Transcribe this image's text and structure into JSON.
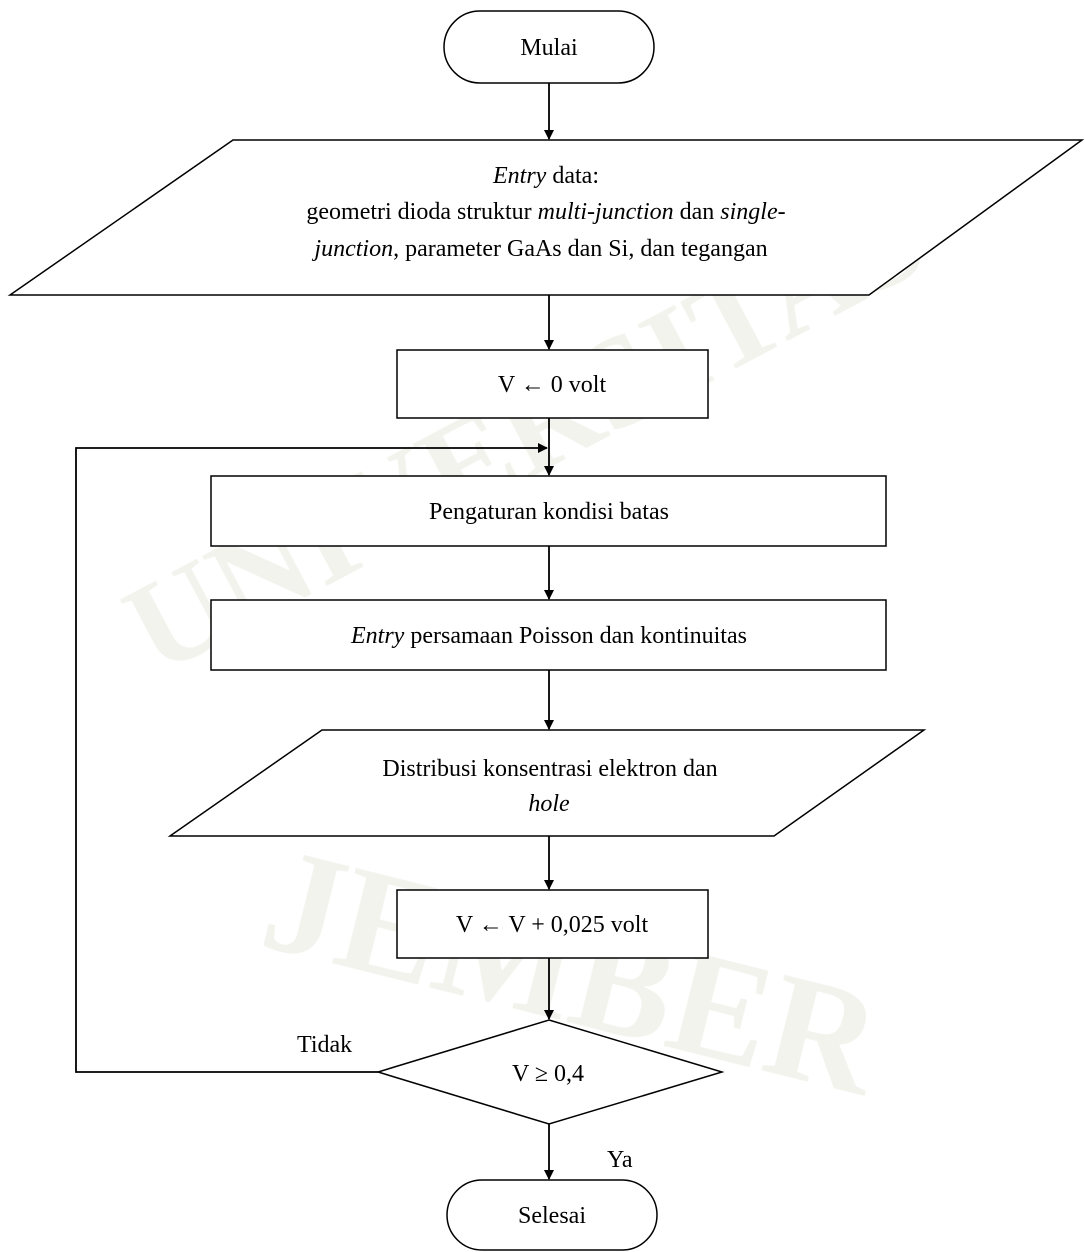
{
  "watermark": {
    "top": "UNIVERSITAS",
    "bottom": "JEMBER"
  },
  "flowchart": {
    "start": "Mulai",
    "entry_data": {
      "line1_italic": "Entry",
      "line1_rest": " data:",
      "line2_a": "geometri dioda struktur ",
      "line2_b_italic": "multi-junction",
      "line2_c": " dan ",
      "line2_d_italic": "single-",
      "line3_a_italic": "junction",
      "line3_b": ", parameter GaAs dan Si, dan tegangan"
    },
    "init": "V ← 0 volt",
    "boundary": "Pengaturan kondisi batas",
    "equations": {
      "italic": "Entry",
      "rest": " persamaan Poisson dan kontinuitas"
    },
    "distribution": {
      "line1": "Distribusi konsentrasi elektron dan",
      "line2_italic": "hole"
    },
    "increment": "V ← V + 0,025 volt",
    "decision": "V ≥ 0,4",
    "no_label": "Tidak",
    "yes_label": "Ya",
    "end": "Selesai"
  }
}
